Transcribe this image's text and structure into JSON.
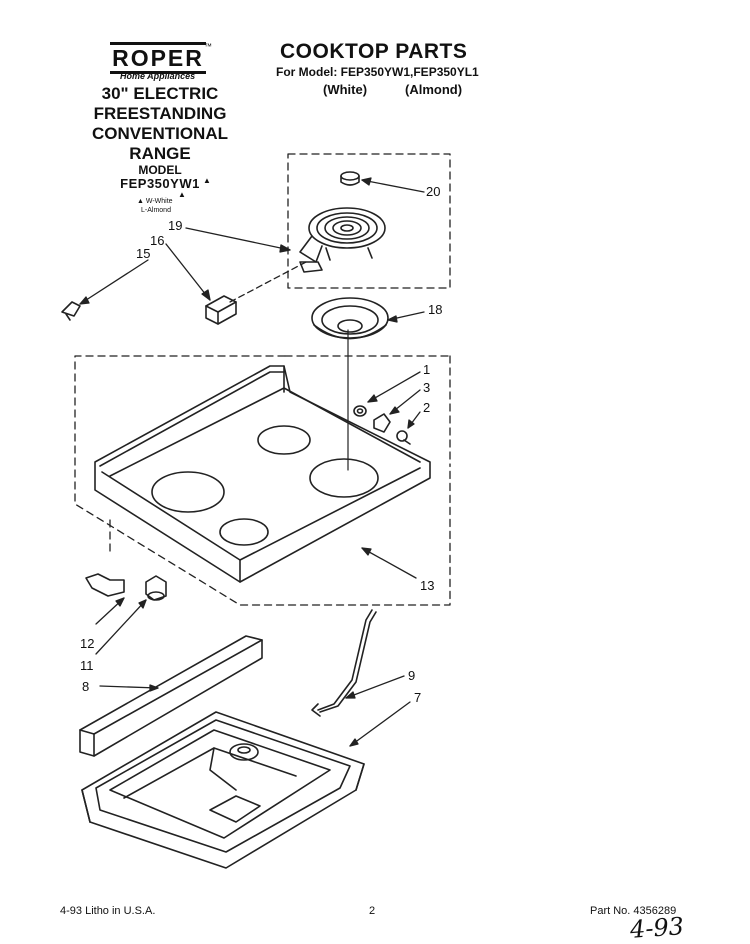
{
  "header": {
    "brand": "ROPER",
    "brand_mark": "™",
    "brand_subtitle": "Home Appliances",
    "range_title": "30\" ELECTRIC FREESTANDING CONVENTIONAL RANGE",
    "model_label": "MODEL",
    "model_number": "FEP350YW1",
    "color_notes": [
      "W-White",
      "L-Almond"
    ],
    "parts_title": "COOKTOP PARTS",
    "for_model": "For Model: FEP350YW1,FEP350YL1",
    "colors": [
      "(White)",
      "(Almond)"
    ]
  },
  "callouts": [
    "1",
    "2",
    "3",
    "7",
    "8",
    "9",
    "11",
    "12",
    "13",
    "15",
    "16",
    "18",
    "19",
    "20"
  ],
  "footer": {
    "print_info": "4-93   Litho in U.S.A.",
    "page_number": "2",
    "part_number": "Part No. 4356289",
    "handwritten_date": "4-93"
  }
}
